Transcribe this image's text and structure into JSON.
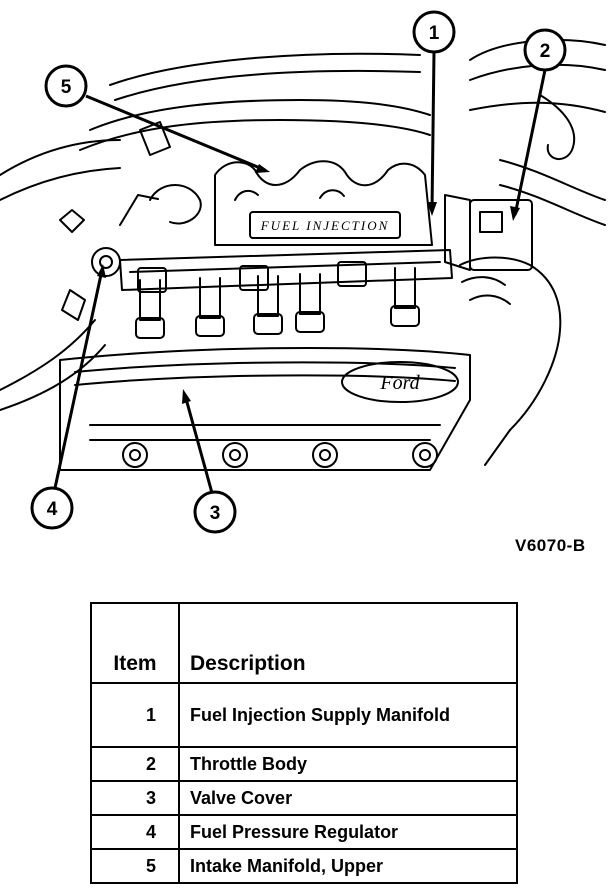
{
  "figure": {
    "id_label": "V6070-B",
    "manifold_lettering": "FUEL INJECTION",
    "logo_text": "Ford",
    "callouts": [
      {
        "number": "1"
      },
      {
        "number": "2"
      },
      {
        "number": "3"
      },
      {
        "number": "4"
      },
      {
        "number": "5"
      }
    ]
  },
  "legend": {
    "headers": {
      "item": "Item",
      "description": "Description"
    },
    "rows": [
      {
        "item": "1",
        "description": "Fuel Injection Supply Manifold"
      },
      {
        "item": "2",
        "description": "Throttle Body"
      },
      {
        "item": "3",
        "description": "Valve Cover"
      },
      {
        "item": "4",
        "description": "Fuel Pressure Regulator"
      },
      {
        "item": "5",
        "description": "Intake Manifold, Upper"
      }
    ]
  }
}
